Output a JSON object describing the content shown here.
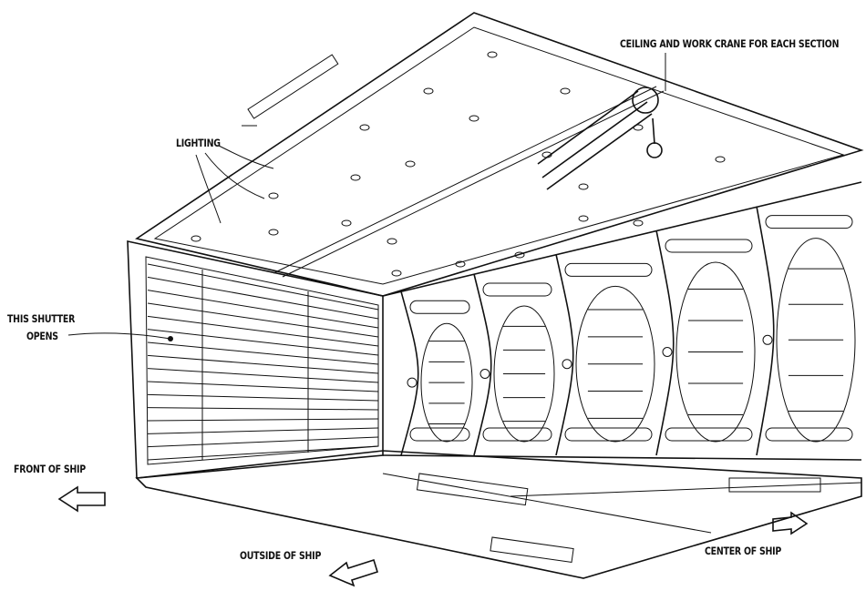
{
  "labels": {
    "ceiling_crane": "CEILING AND WORK CRANE FOR EACH SECTION",
    "lighting": "LIGHTING",
    "shutter_line1": "THIS SHUTTER",
    "shutter_line2": "OPENS",
    "front": "FRONT OF SHIP",
    "outside": "OUTSIDE OF SHIP",
    "center": "CENTER OF SHIP"
  }
}
